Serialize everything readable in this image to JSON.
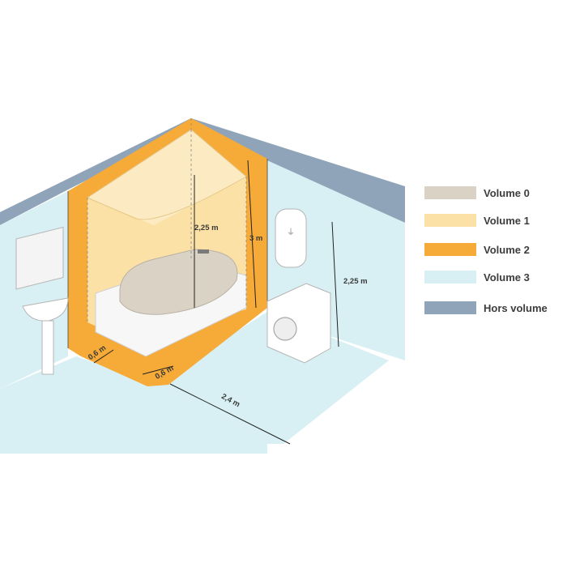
{
  "legend": {
    "items": [
      {
        "label": "Volume 0",
        "color": "#d9d2c5"
      },
      {
        "label": "Volume 1",
        "color": "#fbe1a6"
      },
      {
        "label": "Volume 2",
        "color": "#f6aa37"
      },
      {
        "label": "Volume 3",
        "color": "#d8f0f3"
      },
      {
        "label": "Hors volume",
        "color": "#8fa4b8"
      }
    ]
  },
  "dimensions": {
    "inner_height": "2,25 m",
    "total_height": "3 m",
    "wall_height": "2,25 m",
    "side_width": "0,6 m",
    "front_width": "0,6 m",
    "length": "2,4 m"
  }
}
